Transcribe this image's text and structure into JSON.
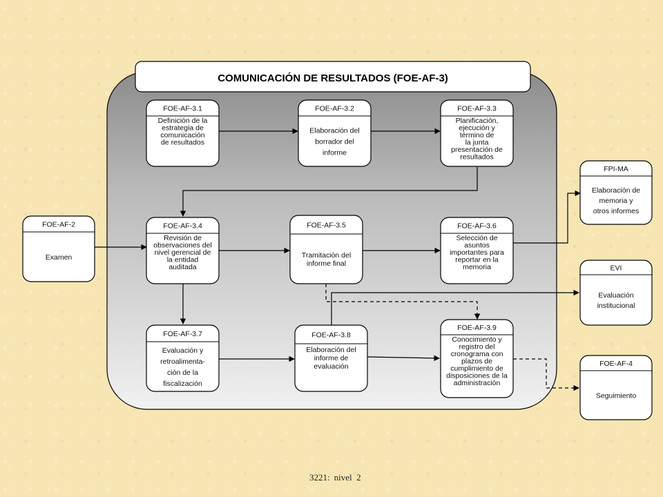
{
  "title": "COMUNICACIÓN DE RESULTADOS (FOE-AF-3)",
  "boxes": {
    "b31": {
      "code": "FOE-AF-3.1",
      "lines": [
        "Definición de la",
        "estrategia de",
        "comunicación",
        "de resultados"
      ]
    },
    "b32": {
      "code": "FOE-AF-3.2",
      "lines": [
        "Elaboración del",
        "borrador del",
        "informe"
      ]
    },
    "b33": {
      "code": "FOE-AF-3.3",
      "lines": [
        "Planificación,",
        "ejecución y",
        "término de",
        "la junta",
        "presentación de",
        "resultados"
      ]
    },
    "b34": {
      "code": "FOE-AF-3.4",
      "lines": [
        "Revisión de",
        "observaciones del",
        "nivel gerencial de",
        "la entidad",
        "auditada"
      ]
    },
    "b35": {
      "code": "FOE-AF-3.5",
      "lines": [
        "Tramitación del",
        "informe final"
      ]
    },
    "b36": {
      "code": "FOE-AF-3.6",
      "lines": [
        "Selección de",
        "asuntos",
        "importantes para",
        "reportar en la",
        "memoria"
      ]
    },
    "b37": {
      "code": "FOE-AF-3.7",
      "lines": [
        "Evaluación  y",
        "retroalimenta-",
        "ción de la",
        "fiscalización"
      ]
    },
    "b38": {
      "code": "FOE-AF-3.8",
      "lines": [
        "Elaboración del",
        "informe de",
        "evaluación"
      ]
    },
    "b39": {
      "code": "FOE-AF-3.9",
      "lines": [
        "Conocimiento y",
        "registro del",
        "cronograma con",
        "plazos de",
        "cumplimiento de",
        "disposiciones de la",
        "administración"
      ]
    },
    "af2": {
      "code": "FOE-AF-2",
      "lines": [
        "Examen"
      ]
    },
    "fpi": {
      "code": "FPI-MA",
      "lines": [
        "Elaboración de",
        "memoria y",
        "otros informes"
      ]
    },
    "evi": {
      "code": "EVI",
      "lines": [
        "Evaluación",
        "institucional"
      ]
    },
    "af4": {
      "code": "FOE-AF-4",
      "lines": [
        "Seguimiento"
      ]
    }
  },
  "footer": {
    "code": "3221:",
    "level": "nivel  2"
  }
}
